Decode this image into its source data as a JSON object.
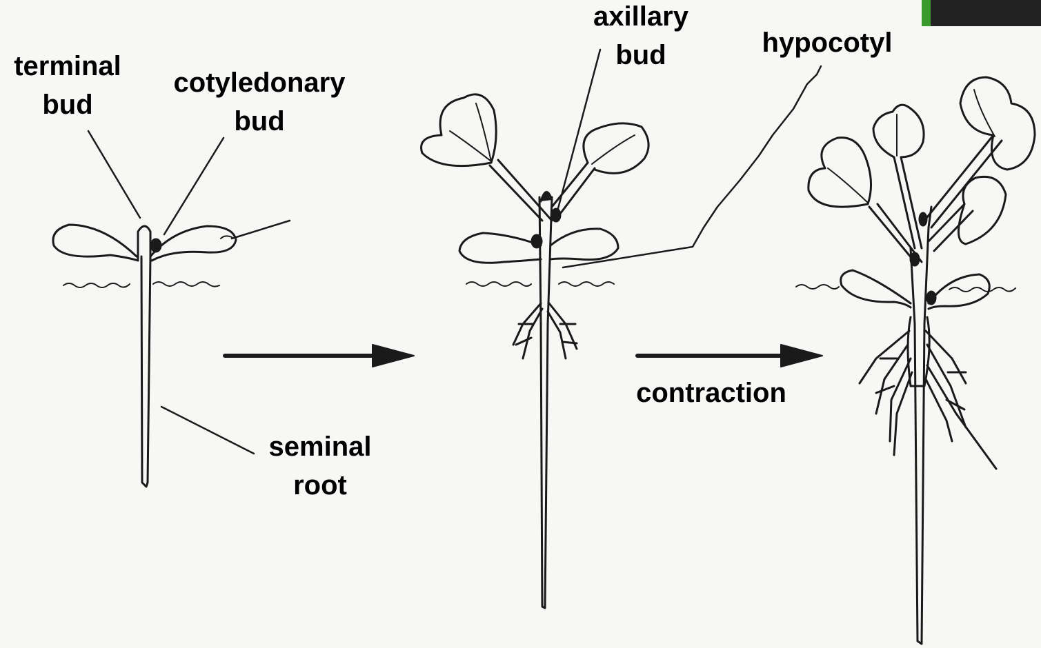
{
  "labels": {
    "terminal_bud": [
      "terminal",
      "bud"
    ],
    "cotyledonary_bud": [
      "cotyledonary",
      "bud"
    ],
    "axillary_bud": [
      "axillary",
      "bud"
    ],
    "hypocotyl": "hypocotyl",
    "seminal_root": [
      "seminal",
      "root"
    ],
    "contraction": "contraction"
  },
  "colors": {
    "ink": "#1a1a1a",
    "background": "#f7f7f5",
    "corner_block": "#222222",
    "corner_accent": "#3a9a2b"
  }
}
